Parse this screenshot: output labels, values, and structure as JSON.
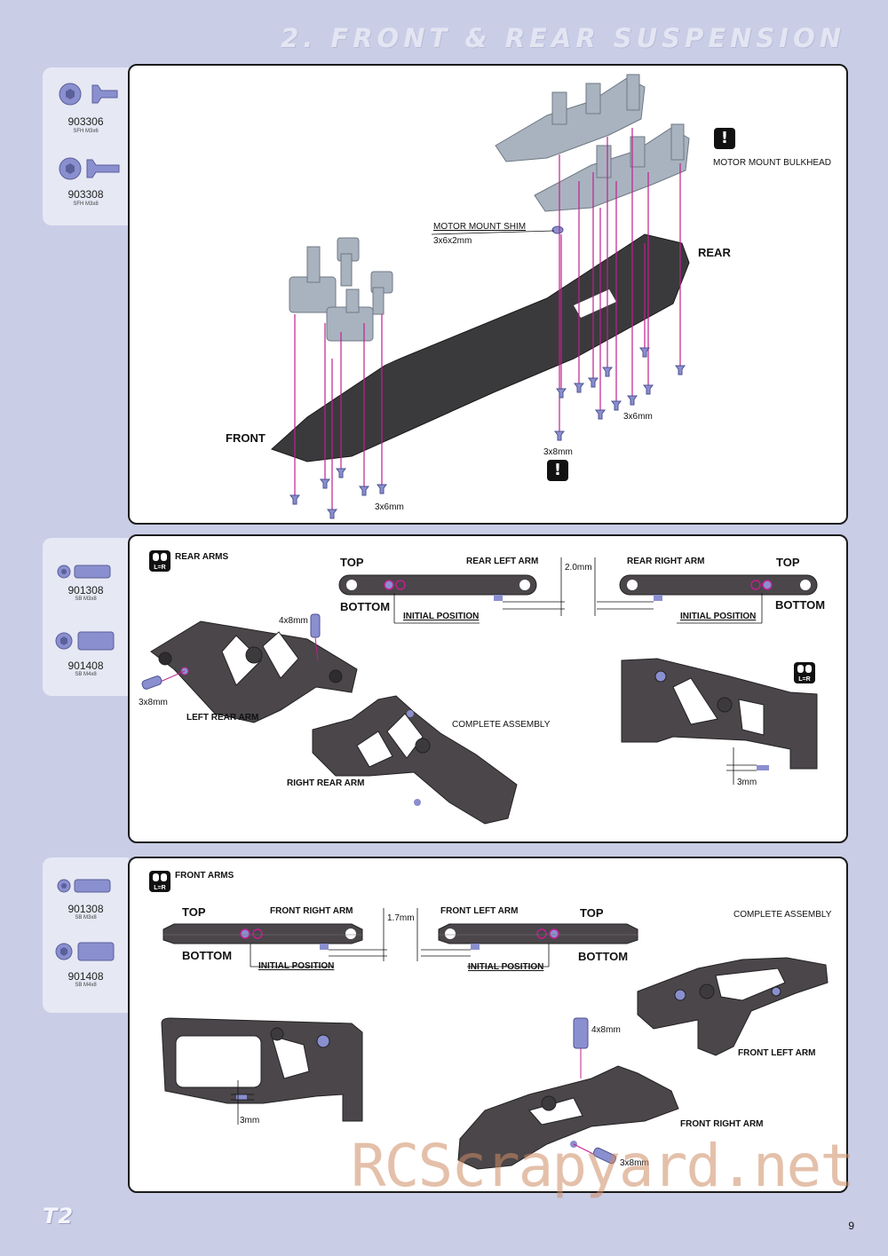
{
  "header": {
    "title": "2. FRONT & REAR SUSPENSION"
  },
  "sections": {
    "chassis": {
      "parts": [
        {
          "code": "903306",
          "desc": "SFH M3x6"
        },
        {
          "code": "903308",
          "desc": "SFH M3x8"
        }
      ],
      "labels": {
        "motor_mount_bulkhead": "MOTOR MOUNT BULKHEAD",
        "motor_mount_shim": "MOTOR MOUNT SHIM",
        "shim_size": "3x6x2mm",
        "rear": "REAR",
        "front": "FRONT",
        "screw_3x6_right": "3x6mm",
        "screw_3x8": "3x8mm",
        "screw_3x6_left": "3x6mm"
      }
    },
    "rear_arms": {
      "parts": [
        {
          "code": "901308",
          "desc": "SB M3x8"
        },
        {
          "code": "901408",
          "desc": "SB M4x8"
        }
      ],
      "labels": {
        "heading": "REAR ARMS",
        "lr_badge": "L=R",
        "top_left": "TOP",
        "bottom_left": "BOTTOM",
        "rear_left_arm": "REAR LEFT ARM",
        "initial_position_left": "INITIAL POSITION",
        "spacing": "2.0mm",
        "rear_right_arm": "REAR RIGHT ARM",
        "top_right": "TOP",
        "bottom_right": "BOTTOM",
        "initial_position_right": "INITIAL POSITION",
        "pin_4x8": "4x8mm",
        "pin_3x8": "3x8mm",
        "left_rear_arm": "LEFT REAR ARM",
        "right_rear_arm": "RIGHT REAR ARM",
        "complete_assembly": "COMPLETE ASSEMBLY",
        "gap_3mm": "3mm"
      }
    },
    "front_arms": {
      "parts": [
        {
          "code": "901308",
          "desc": "SB M3x8"
        },
        {
          "code": "901408",
          "desc": "SB M4x8"
        }
      ],
      "labels": {
        "heading": "FRONT ARMS",
        "lr_badge": "L=R",
        "top_left": "TOP",
        "bottom_left": "BOTTOM",
        "front_right_arm_top": "FRONT RIGHT ARM",
        "initial_position_left": "INITIAL POSITION",
        "spacing": "1.7mm",
        "front_left_arm_top": "FRONT LEFT ARM",
        "top_right": "TOP",
        "bottom_right": "BOTTOM",
        "initial_position_right": "INITIAL POSITION",
        "complete_assembly": "COMPLETE ASSEMBLY",
        "front_left_arm": "FRONT LEFT ARM",
        "pin_4x8": "4x8mm",
        "front_right_arm": "FRONT RIGHT ARM",
        "gap_3mm": "3mm",
        "pin_3x8": "3x8mm"
      }
    }
  },
  "footer": {
    "logo": "T2",
    "page": "9",
    "watermark": "RCScrapyard.net"
  },
  "colors": {
    "background": "#c9cde6",
    "parts": "#8a8fcf",
    "guide": "#c0208f",
    "plastic": "#4a464a",
    "aluminium": "#a9b3bf"
  }
}
